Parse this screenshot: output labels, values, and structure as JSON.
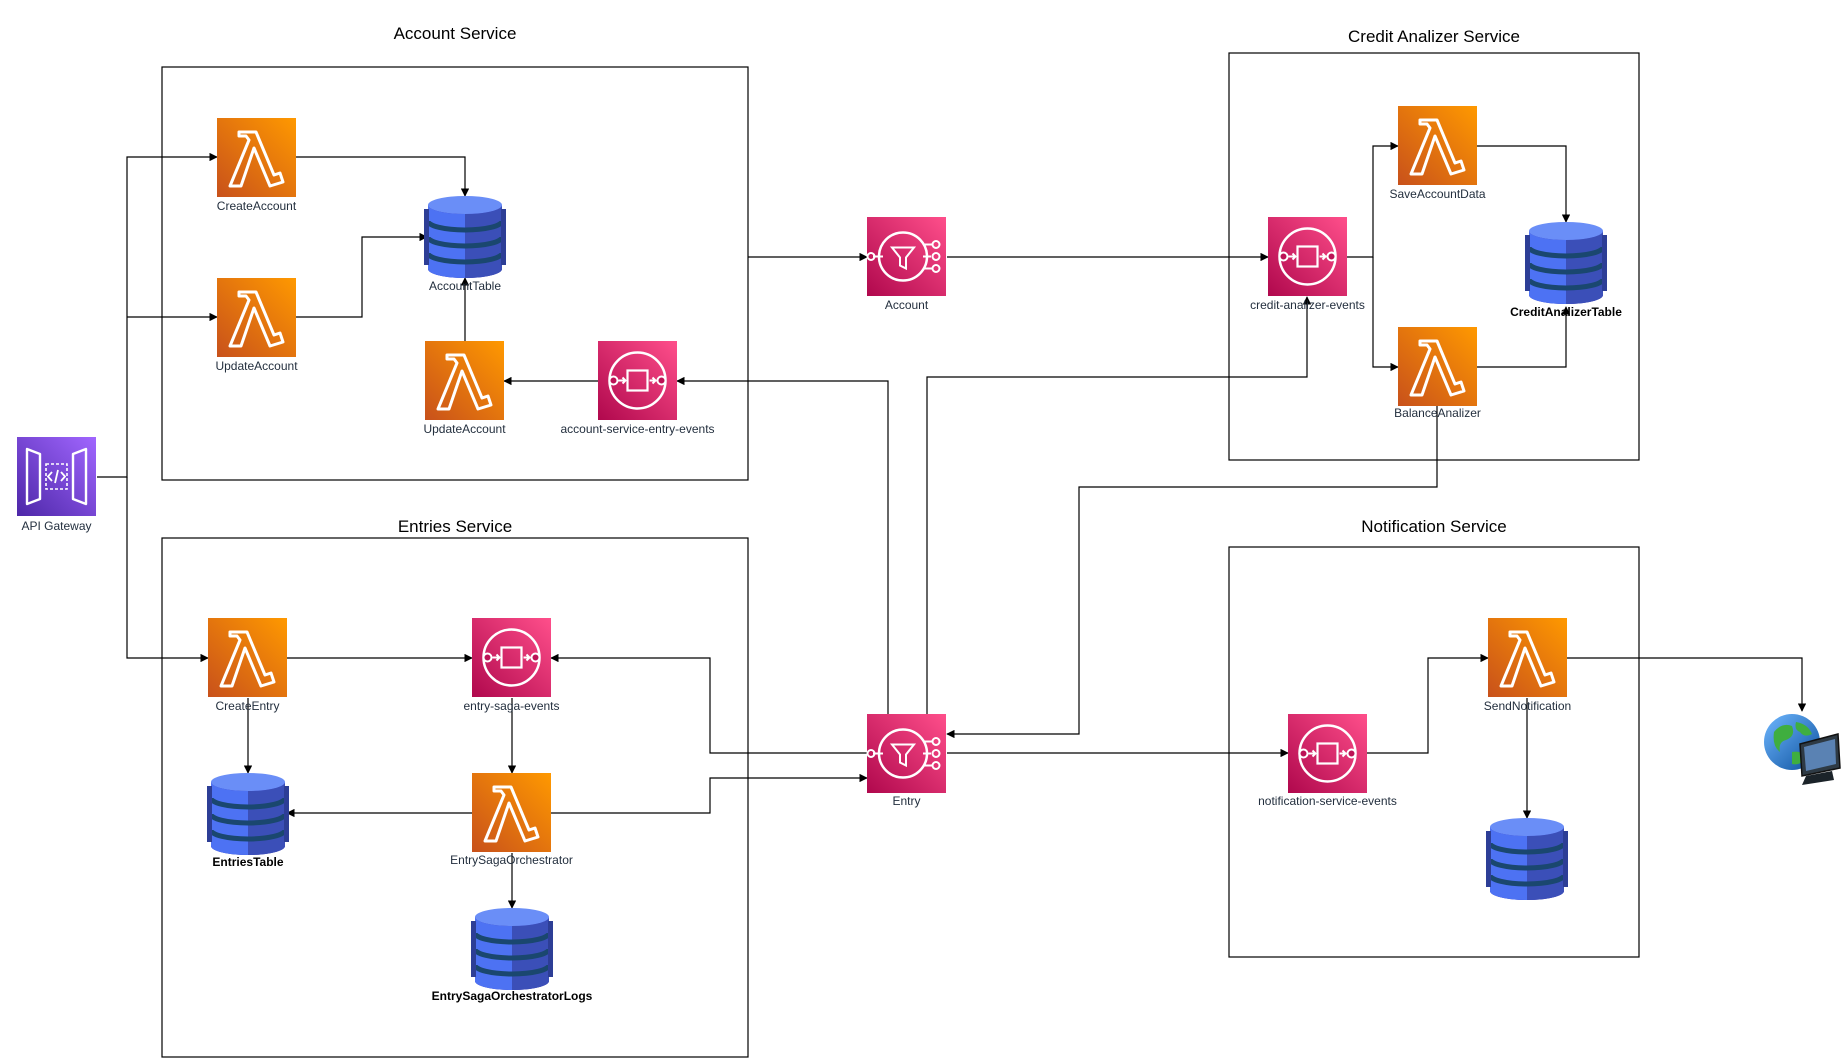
{
  "groups": {
    "account": {
      "title": "Account Service"
    },
    "credit": {
      "title": "Credit Analizer Service"
    },
    "entries": {
      "title": "Entries Service"
    },
    "notification": {
      "title": "Notification Service"
    }
  },
  "nodes": {
    "api_gateway": {
      "label": "API Gateway",
      "icon": "api-gateway-icon"
    },
    "create_account": {
      "label": "CreateAccount",
      "icon": "lambda-icon"
    },
    "update_account_api": {
      "label": "UpdateAccount",
      "icon": "lambda-icon"
    },
    "account_table": {
      "label": "AccountTable",
      "icon": "dynamodb-icon"
    },
    "update_account_consumer": {
      "label": "UpdateAccount",
      "icon": "lambda-icon"
    },
    "account_service_entry_events": {
      "label": "account-service-entry-events",
      "icon": "sqs-icon"
    },
    "account_topic": {
      "label": "Account",
      "icon": "sns-icon"
    },
    "credit_analizer_events": {
      "label": "credit-analizer-events",
      "icon": "sqs-icon"
    },
    "save_account_data": {
      "label": "SaveAccountData",
      "icon": "lambda-icon"
    },
    "credit_analizer_table": {
      "label": "CreditAnalizerTable",
      "icon": "dynamodb-icon"
    },
    "balance_analizer": {
      "label": "BalanceAnalizer",
      "icon": "lambda-icon"
    },
    "create_entry": {
      "label": "CreateEntry",
      "icon": "lambda-icon"
    },
    "entry_saga_events": {
      "label": "entry-saga-events",
      "icon": "sqs-icon"
    },
    "entries_table": {
      "label": "EntriesTable",
      "icon": "dynamodb-icon"
    },
    "entry_saga_orchestrator": {
      "label": "EntrySagaOrchestrator",
      "icon": "lambda-icon"
    },
    "entry_saga_orchestrator_logs": {
      "label": "EntrySagaOrchestratorLogs",
      "icon": "dynamodb-icon"
    },
    "entry_topic": {
      "label": "Entry",
      "icon": "sns-icon"
    },
    "notification_service_events": {
      "label": "notification-service-events",
      "icon": "sqs-icon"
    },
    "send_notification": {
      "label": "SendNotification",
      "icon": "lambda-icon"
    },
    "notification_table": {
      "label": "",
      "icon": "dynamodb-icon"
    },
    "internet_client": {
      "label": "",
      "icon": "globe-computer-icon"
    }
  },
  "colors": {
    "lambda_light": "#f78e04",
    "lambda_dark": "#d05c17",
    "sns_sqs_light": "#ff4f8b",
    "sns_sqs_dark": "#bc1356",
    "apigw_light": "#945df2",
    "apigw_dark": "#5a30b5",
    "dynamodb_light": "#4d72f3",
    "dynamodb_dark": "#2e27ad",
    "dynamodb_bands": "#1a476f"
  }
}
